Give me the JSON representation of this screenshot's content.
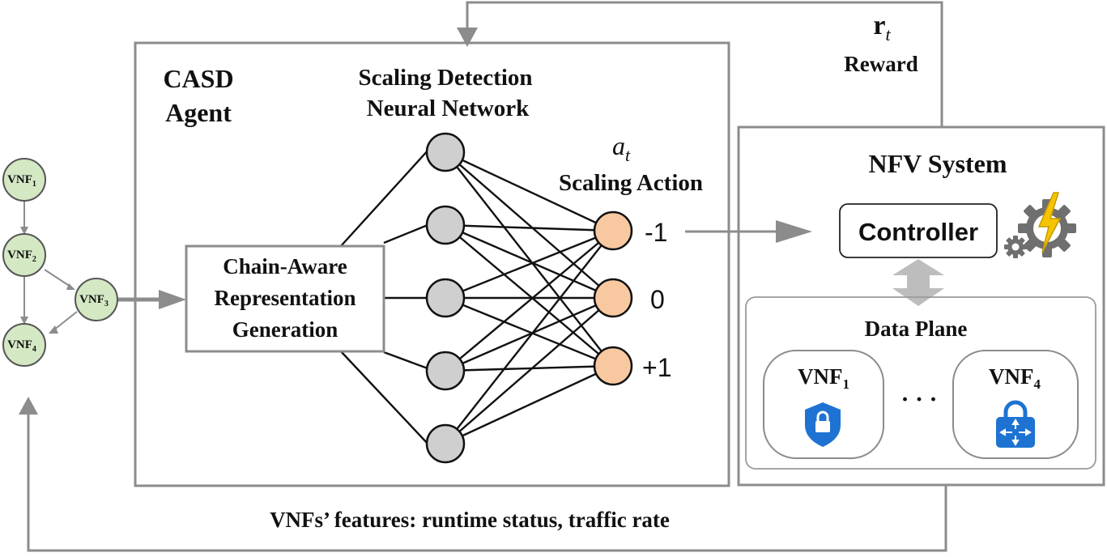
{
  "agent": {
    "title_line1": "CASD",
    "title_line2": "Agent"
  },
  "network": {
    "title_line1": "Scaling Detection",
    "title_line2": "Neural Network"
  },
  "representation": {
    "line1": "Chain-Aware",
    "line2": "Representation",
    "line3": "Generation"
  },
  "action": {
    "symbol": "a",
    "subscript": "t",
    "label": "Scaling Action",
    "values": [
      "-1",
      "0",
      "+1"
    ]
  },
  "reward": {
    "symbol": "r",
    "subscript": "t",
    "label": "Reward"
  },
  "nfv": {
    "title": "NFV System",
    "controller": "Controller",
    "data_plane": "Data Plane",
    "ellipsis": "· · ·",
    "vnfs": [
      {
        "name": "VNF",
        "sub": "1",
        "icon": "shield-lock-icon"
      },
      {
        "name": "VNF",
        "sub": "4",
        "icon": "router-lock-icon"
      }
    ]
  },
  "chain": {
    "nodes": [
      {
        "name": "VNF",
        "sub": "1"
      },
      {
        "name": "VNF",
        "sub": "2"
      },
      {
        "name": "VNF",
        "sub": "3"
      },
      {
        "name": "VNF",
        "sub": "4"
      }
    ]
  },
  "features_label": "VNFs’ features: runtime status, traffic rate",
  "colors": {
    "line_gray": "#8c8c8c",
    "hidden_node": "#cfcfcf",
    "output_node": "#f8c9a0",
    "chain_node": "#d4e8c4",
    "icon_blue": "#1e73d2"
  }
}
